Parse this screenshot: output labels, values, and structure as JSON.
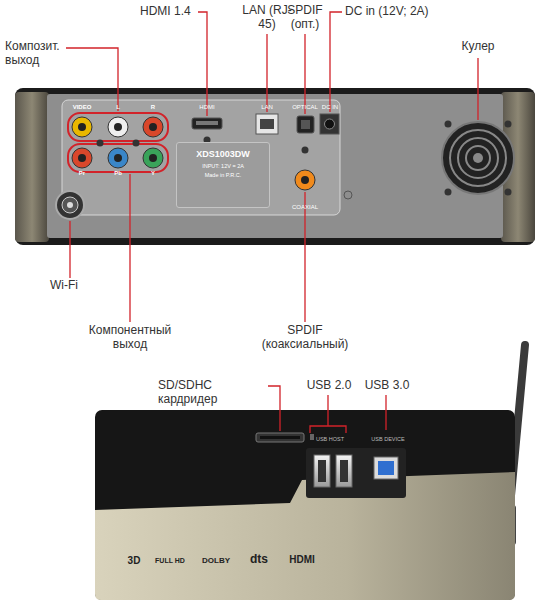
{
  "diagram": {
    "nodes": [
      {
        "text": [
          "XDS1003DW",
          "INPUT: 12V = 2A",
          "Made in P.R.C."
        ]
      }
    ],
    "labels": [
      "HDMI 1.4",
      "LAN (RJ-45)",
      "SPDIF (опт.)",
      "DC in (12V; 2A)",
      "Композит. выход",
      "Кулер",
      "VIDEO",
      "L",
      "R",
      "HDMI",
      "LAN",
      "OPTICAL",
      "DC IN",
      "Pr",
      "Pb",
      "Y",
      "COAXIAL",
      "Wi-Fi",
      "Компонентный выход",
      "SPDIF (коаксиальный)",
      "SD/SDHC кардридер",
      "USB 2.0",
      "USB 3.0",
      "USB HOST",
      "USB DEVICE",
      "3D",
      "FULL HD",
      "DOLBY",
      "dts",
      "HDMI"
    ]
  }
}
